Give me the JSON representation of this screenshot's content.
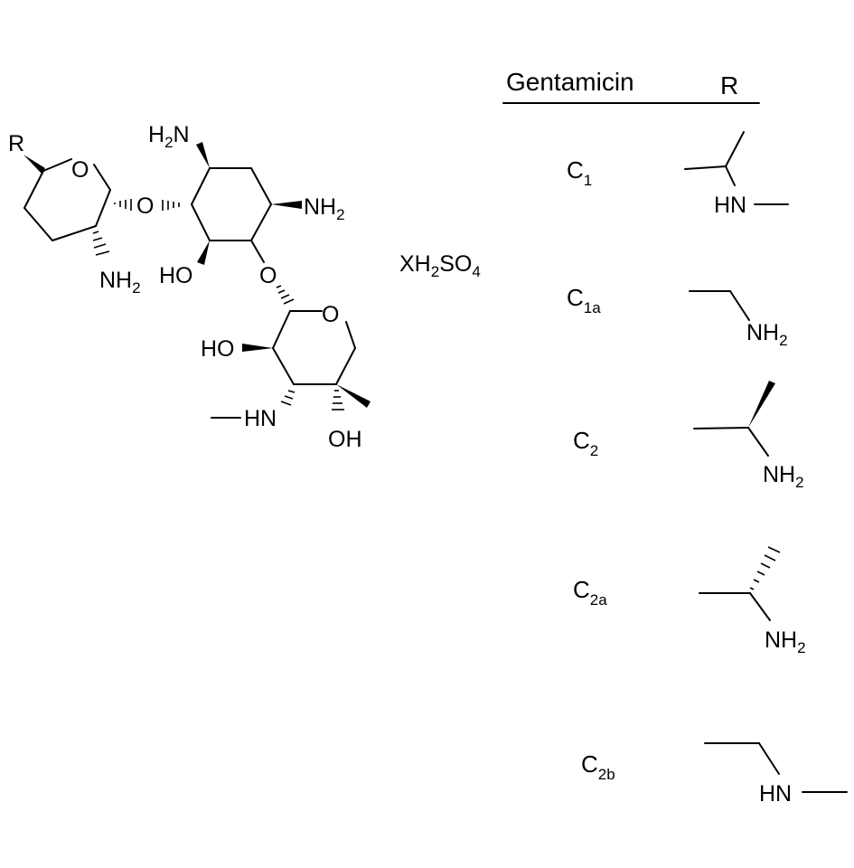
{
  "structure": {
    "r_group": "R",
    "atoms": {
      "o_ring1": "O",
      "o_link1": "O",
      "nh2_ring1_main": "NH",
      "nh2_ring1_sub": "2",
      "h2n_top_main": "H",
      "h2n_top_sub": "2",
      "h2n_top_n": "N",
      "nh2_right_main": "NH",
      "nh2_right_sub": "2",
      "ho_middle": "HO",
      "o_link2": "O",
      "o_ring3": "O",
      "ho_ring3": "HO",
      "hn_ring3": "HN",
      "oh_ring3": "OH"
    }
  },
  "salt": {
    "main1": "XH",
    "sub1": "2",
    "main2": "SO",
    "sub2": "4"
  },
  "table": {
    "header_col1": "Gentamicin",
    "header_col2": "R",
    "rows": [
      {
        "main": "C",
        "sub": "1",
        "group": "methyl-substituted N-methylaminoethyl",
        "atom_main": "HN",
        "atom_sub": ""
      },
      {
        "main": "C",
        "sub": "1a",
        "group": "aminomethyl",
        "atom_main": "NH",
        "atom_sub": "2"
      },
      {
        "main": "C",
        "sub": "2",
        "group": "1-aminoethyl (wedge)",
        "atom_main": "NH",
        "atom_sub": "2"
      },
      {
        "main": "C",
        "sub": "2a",
        "group": "1-aminoethyl (hash)",
        "atom_main": "NH",
        "atom_sub": "2"
      },
      {
        "main": "C",
        "sub": "2b",
        "group": "N-methylaminomethyl",
        "atom_main": "HN",
        "atom_sub": ""
      }
    ]
  }
}
